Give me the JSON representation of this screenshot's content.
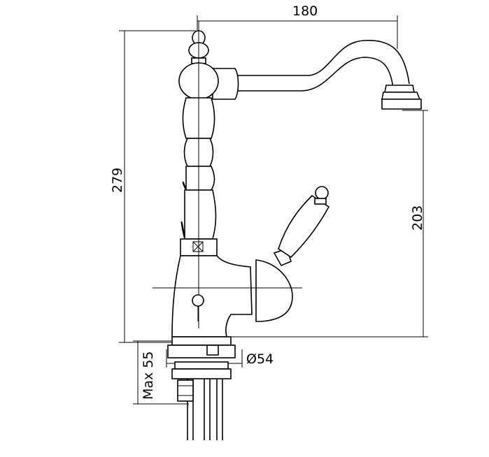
{
  "dimensions": {
    "spout_reach": "180",
    "overall_height": "279",
    "spout_height": "203",
    "base_diameter": "Ø54",
    "max_deck_thickness": "Max 55"
  }
}
